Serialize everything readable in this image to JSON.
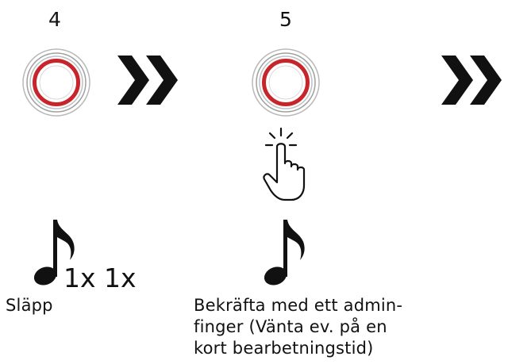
{
  "steps": [
    {
      "number": "4",
      "icons": [
        "fingerprint-sensor-icon",
        "note-icon"
      ],
      "repeat_label": "1x 1x",
      "caption": "Släpp"
    },
    {
      "number": "5",
      "icons": [
        "fingerprint-sensor-icon",
        "finger-touch-icon",
        "note-icon"
      ],
      "caption": "Bekräfta med ett admin-\nfinger (Vänta ev. på en\nkort bearbetningstid)"
    }
  ],
  "arrows": [
    "double-chevron-right-icon",
    "double-chevron-right-icon"
  ],
  "colors": {
    "ring_red": "#c8242c",
    "ring_grey": "#9a9a9a",
    "ink": "#111111"
  }
}
